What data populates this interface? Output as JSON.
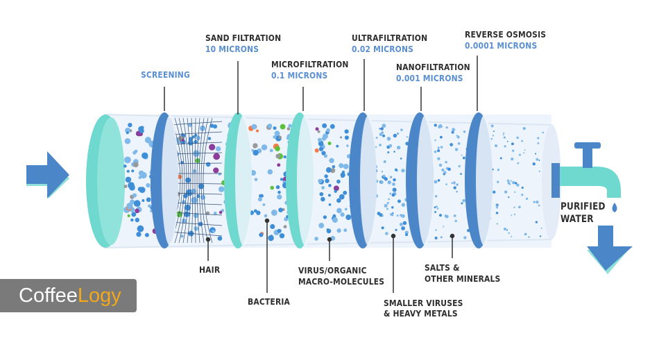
{
  "stages": [
    {
      "name": "SCREENING",
      "size": ""
    },
    {
      "name": "SAND FILTRATION",
      "size": "10 MICRONS"
    },
    {
      "name": "MICROFILTRATION",
      "size": "0.1 MICRONS"
    },
    {
      "name": "ULTRAFILTRATION",
      "size": "0.02 MICRONS"
    },
    {
      "name": "NANOFILTRATION",
      "size": "0.001 MICRONS"
    },
    {
      "name": "REVERSE OSMOSIS",
      "size": "0.0001 MICRONS"
    }
  ],
  "removed": [
    {
      "line1": "HAIR",
      "line2": ""
    },
    {
      "line1": "BACTERIA",
      "line2": ""
    },
    {
      "line1": "VIRUS/ORGANIC",
      "line2": "MACRO-MOLECULES"
    },
    {
      "line1": "SMALLER VIRUSES",
      "line2": "& HEAVY METALS"
    },
    {
      "line1": "SALTS &",
      "line2": "OTHER MINERALS"
    }
  ],
  "output": {
    "line1": "PURIFIED",
    "line2": "WATER"
  },
  "logo": {
    "part1": "Coffee",
    "part2": "Logy"
  },
  "colors": {
    "teal": "#6fd8cf",
    "blue": "#4b86c9",
    "text": "#2e2e2e",
    "accent": "#5b8fd0"
  }
}
